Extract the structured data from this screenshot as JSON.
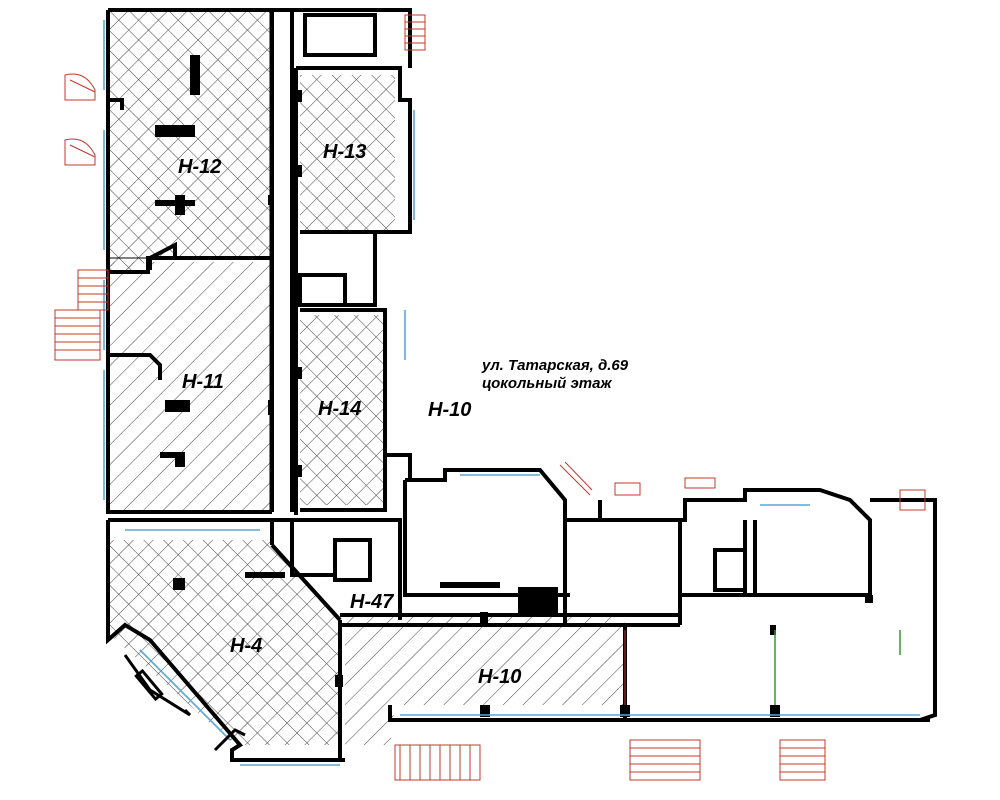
{
  "address": {
    "line1": "ул. Татарская, д.69",
    "line2": "цокольный этаж"
  },
  "rooms": [
    {
      "id": "h12",
      "label": "Н-12"
    },
    {
      "id": "h13",
      "label": "Н-13"
    },
    {
      "id": "h11",
      "label": "Н-11"
    },
    {
      "id": "h14",
      "label": "Н-14"
    },
    {
      "id": "h10a",
      "label": "Н-10"
    },
    {
      "id": "h47",
      "label": "Н-47"
    },
    {
      "id": "h4",
      "label": "Н-4"
    },
    {
      "id": "h10b",
      "label": "Н-10"
    }
  ],
  "colors": {
    "walls": "#000000",
    "windows": "#5aa9d6",
    "stairs": "#c0392b",
    "hatch": "#444444",
    "partition_green": "#2ca02c"
  }
}
